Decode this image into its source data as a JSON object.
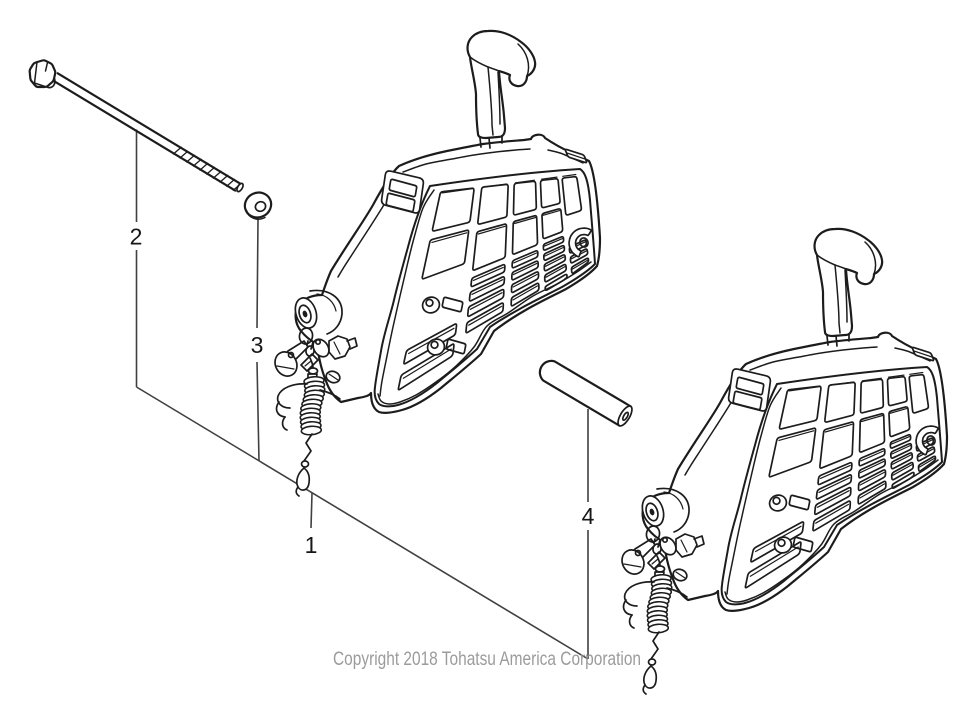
{
  "diagram": {
    "type": "exploded-parts-diagram",
    "subject": "outboard remote control box assembly",
    "background_color": "#ffffff",
    "line_color": "#1e1e1e",
    "copyright_color": "#9b9b9b",
    "part_labels": [
      {
        "text": "1"
      },
      {
        "text": "2"
      },
      {
        "text": "3"
      },
      {
        "text": "4"
      }
    ],
    "copyright": "Copyright 2018 Tohatsu America Corporation"
  }
}
